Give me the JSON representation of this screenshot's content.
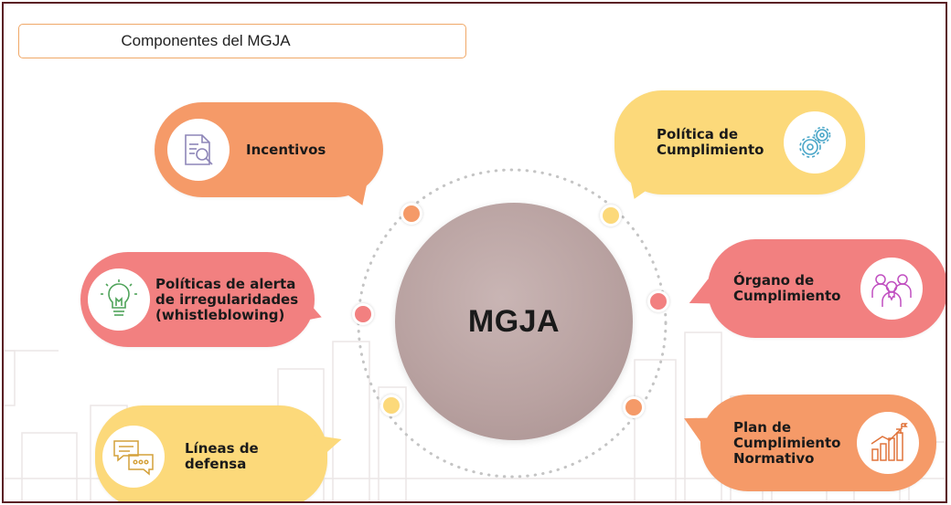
{
  "title": "Componentes del MGJA",
  "center": {
    "label": "MGJA"
  },
  "colors": {
    "orange": "#f59a68",
    "yellow": "#fcd97a",
    "pink": "#f28080",
    "border": "#5a1d24",
    "center": "#b9a2a1"
  },
  "nodes": [
    {
      "id": "incentivos",
      "lines": [
        "Incentivos"
      ],
      "icon": "document-search-icon",
      "color": "#f59a68"
    },
    {
      "id": "politica-cumplimiento",
      "lines": [
        "Política de",
        "Cumplimiento"
      ],
      "icon": "gears-icon",
      "color": "#fcd97a"
    },
    {
      "id": "politicas-alerta",
      "lines": [
        "Políticas de alerta",
        "de irregularidades",
        "(whistleblowing)"
      ],
      "icon": "lightbulb-icon",
      "color": "#f28080"
    },
    {
      "id": "organo-cumplimiento",
      "lines": [
        "Órgano de",
        "Cumplimiento"
      ],
      "icon": "people-group-icon",
      "color": "#f28080"
    },
    {
      "id": "lineas-defensa",
      "lines": [
        "Líneas de",
        "defensa"
      ],
      "icon": "chat-bubbles-icon",
      "color": "#fcd97a"
    },
    {
      "id": "plan-cumplimiento",
      "lines": [
        "Plan de",
        "Cumplimiento",
        "Normativo"
      ],
      "icon": "growth-chart-icon",
      "color": "#f59a68"
    }
  ]
}
